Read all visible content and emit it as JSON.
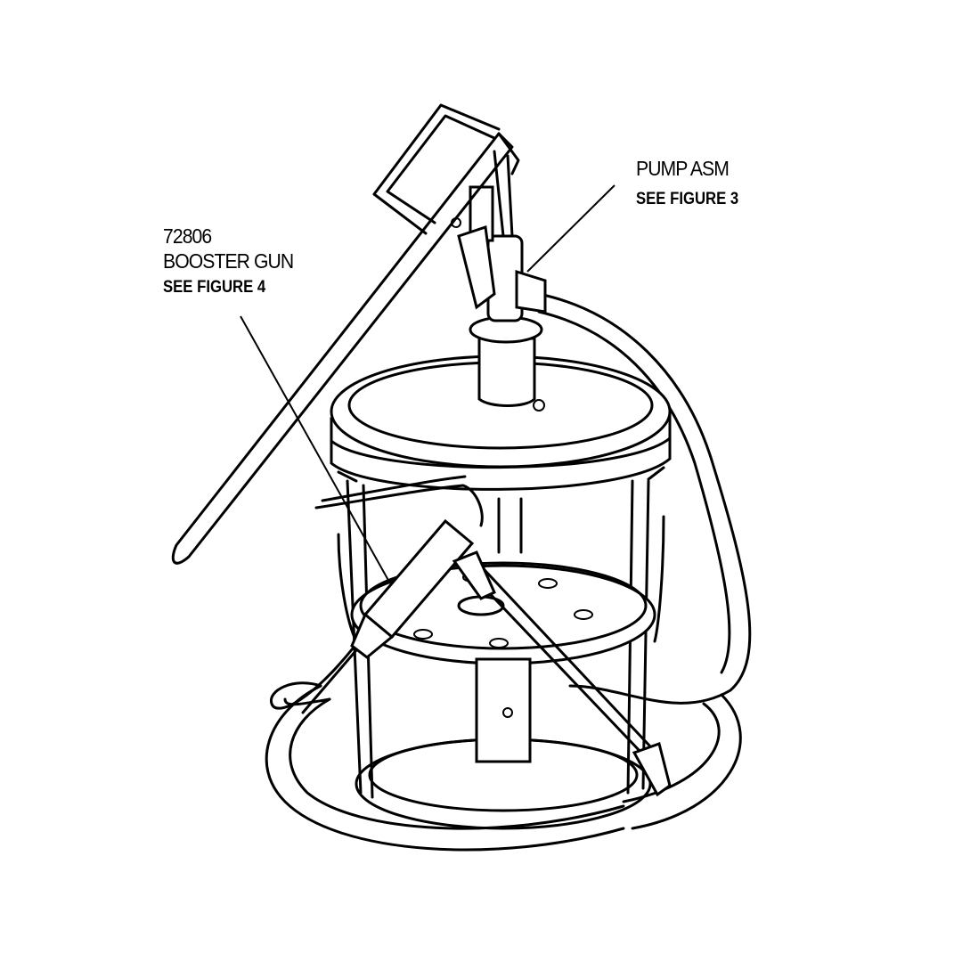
{
  "callouts": {
    "booster_gun": {
      "part_number": "72806",
      "name": "BOOSTER GUN",
      "reference": "SEE FIGURE 4"
    },
    "pump_asm": {
      "name": "PUMP ASM",
      "reference": "SEE FIGURE 3"
    }
  }
}
